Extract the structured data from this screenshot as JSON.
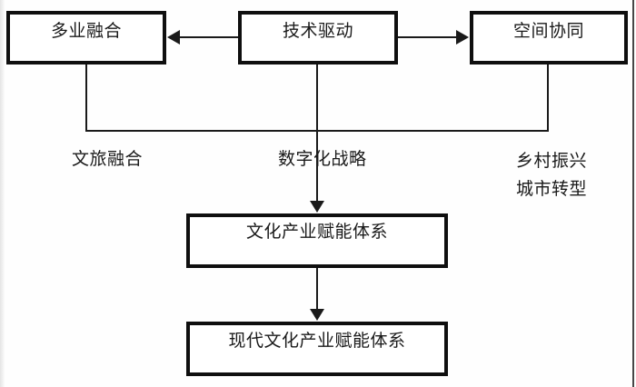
{
  "diagram": {
    "boxes": {
      "multi_industry": "多业融合",
      "technology_driven": "技术驱动",
      "spatial_coordination": "空间协同",
      "empowerment_system": "文化产业赋能体系",
      "modern_empowerment_system": "现代文化产业赋能体系"
    },
    "edge_labels": {
      "culture_tourism": "文旅融合",
      "digitalization": "数字化战略",
      "rural_revitalization": "乡村振兴",
      "urban_transformation": "城市转型"
    },
    "colors": {
      "line": "#1a1a1a",
      "box_border": "#0f0f0f",
      "text": "#1a1a1a",
      "background": "#fefefe"
    }
  }
}
